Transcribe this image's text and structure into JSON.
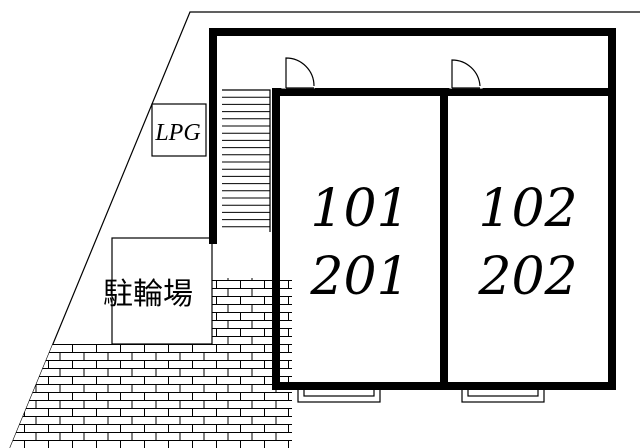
{
  "labels": {
    "lpg": "LPG",
    "bicycle_parking": "駐輪場"
  },
  "units": [
    {
      "upper": "101",
      "lower": "201"
    },
    {
      "upper": "102",
      "lower": "202"
    }
  ],
  "colors": {
    "line": "#000000",
    "background": "#ffffff"
  }
}
